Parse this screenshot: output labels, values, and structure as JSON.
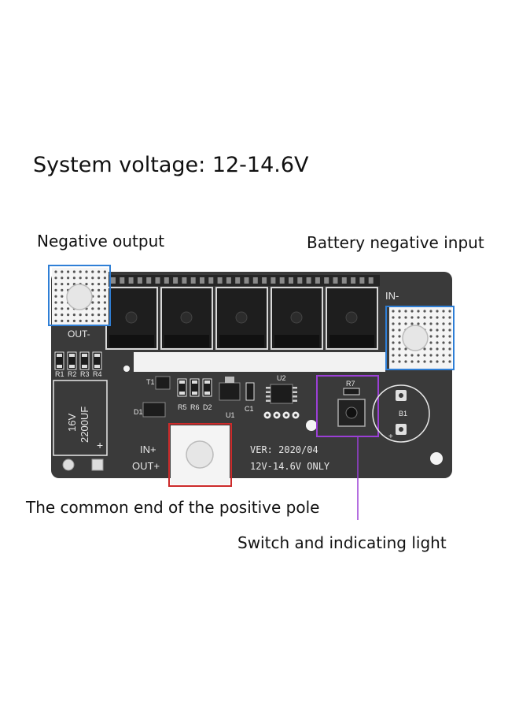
{
  "title": "System voltage: 12-14.6V",
  "labels": {
    "negative_output": "Negative output",
    "battery_negative_input": "Battery negative input",
    "common_positive": "The common end of the positive pole",
    "switch_light": "Switch and indicating light"
  },
  "board": {
    "out_minus": "OUT-",
    "in_minus": "IN-",
    "in_plus": "IN+",
    "out_plus": "OUT+",
    "version": "VER: 2020/04",
    "voltage": "12V-14.6V  ONLY",
    "capacitor_voltage": "16V",
    "capacitor_value": "2200UF",
    "plus_sign": "+",
    "r_labels": [
      "R1",
      "R2",
      "R3",
      "R4"
    ],
    "r5": "R5",
    "r6": "R6",
    "d2": "D2",
    "t1": "T1",
    "d1": "D1",
    "u1": "U1",
    "u2": "U2",
    "c1": "C1",
    "r7": "R7",
    "b1": "B1"
  },
  "colors": {
    "negative_box": "#2f7fd6",
    "positive_box": "#cc2a2a",
    "switch_box": "#9b3fd6",
    "board": "#3a3a3a"
  }
}
